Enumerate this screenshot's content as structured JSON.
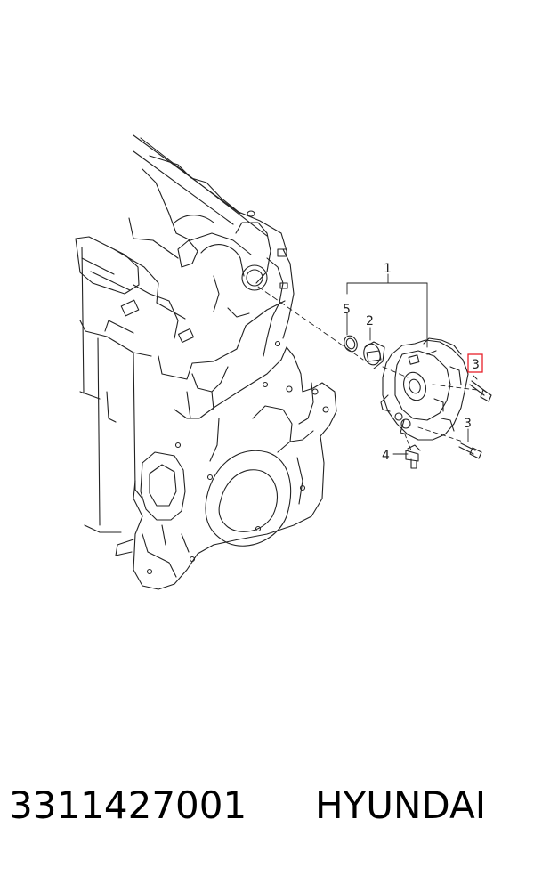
{
  "diagram": {
    "callouts": {
      "c1": "1",
      "c2": "2",
      "c3_top": "3",
      "c3_bottom": "3",
      "c4": "4",
      "c5": "5"
    },
    "highlight_color": "#e8202a",
    "line_color": "#222222"
  },
  "caption": {
    "part_number": "3311427001",
    "brand": "HYUNDAI"
  }
}
